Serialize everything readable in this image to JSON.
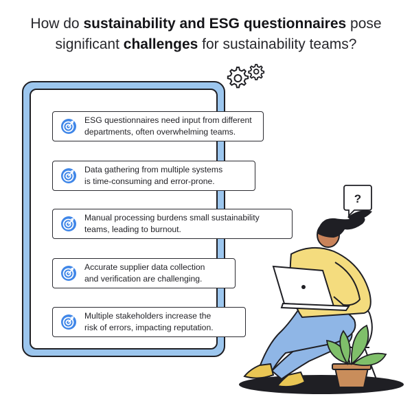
{
  "title": {
    "p1": "How do ",
    "b1": "sustainability and ESG questionnaires",
    "p2": " pose",
    "p3": "significant ",
    "b2": "challenges",
    "p4": " for sustainability teams?"
  },
  "items": [
    {
      "line1": "ESG questionnaires need input from different",
      "line2": "departments, often overwhelming teams."
    },
    {
      "line1": "Data gathering from multiple systems",
      "line2": "is time-consuming and error-prone."
    },
    {
      "line1": "Manual processing burdens small sustainability",
      "line2": "teams, leading to burnout."
    },
    {
      "line1": "Accurate supplier data collection",
      "line2": "and verification are challenging."
    },
    {
      "line1": "Multiple stakeholders increase the",
      "line2": "risk of errors, impacting reputation."
    }
  ],
  "speech_bubble": {
    "text": "?"
  },
  "colors": {
    "accent_blue": "#3f86e8",
    "tablet_blue": "#9cc6ee",
    "shirt_yellow": "#f4dc7e",
    "pants_blue": "#8fb6e6",
    "shoe_yellow": "#e9c654",
    "pot_brown": "#c98d5b",
    "plant_green": "#7fbf6a",
    "outline": "#1f1f24"
  },
  "icons": [
    "target-icon",
    "gear-icon",
    "question-mark-icon"
  ]
}
